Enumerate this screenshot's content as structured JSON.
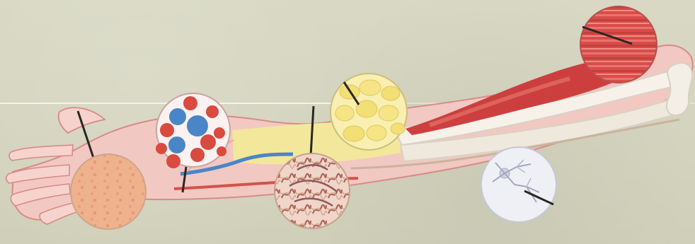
{
  "illustration": {
    "title": "",
    "colors": {
      "background": "#d4d4bf",
      "arm_skin": "#f3c8c3",
      "arm_shadow": "#e8a6a2",
      "bone": "#f0ece2",
      "muscle": "#cc3c3b",
      "fat_fill": "#f5e98b",
      "blood_red": "#d94a3f",
      "blood_blue": "#4a86c7",
      "nerve_fill": "#eef0f6",
      "dense_tissue": "#b96f64",
      "epithelium": "#efb28c"
    },
    "callouts": [
      {
        "name": "epithelial-tissue-icon",
        "shape": "circle"
      },
      {
        "name": "blood-cells-icon",
        "shape": "circle"
      },
      {
        "name": "connective-tissue-icon",
        "shape": "circle"
      },
      {
        "name": "adipose-tissue-icon",
        "shape": "circle"
      },
      {
        "name": "muscle-tissue-icon",
        "shape": "circle"
      },
      {
        "name": "nerve-tissue-icon",
        "shape": "circle"
      }
    ]
  }
}
